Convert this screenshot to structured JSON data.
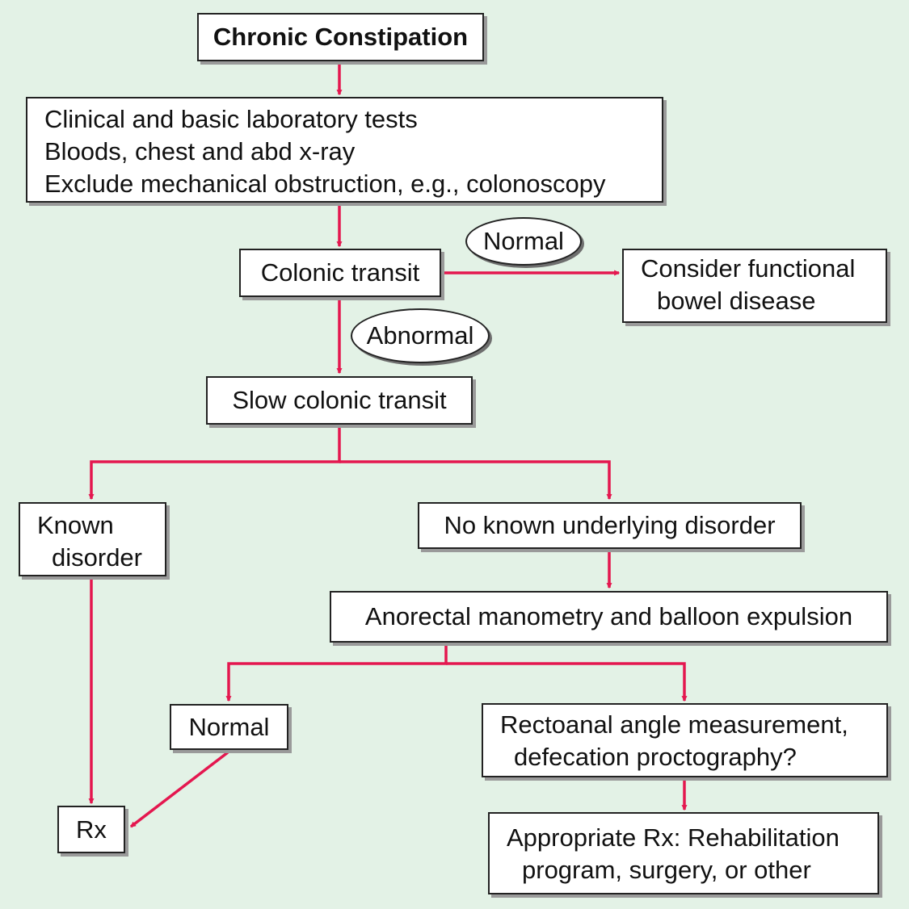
{
  "colors": {
    "background": "#e3f2e6",
    "arrow": "#e4174f",
    "box_border": "#222222",
    "shadow": "#9a9a9a"
  },
  "nodes": {
    "chronic": {
      "text": "Chronic Constipation"
    },
    "clinical": {
      "lines": [
        "Clinical and basic laboratory tests",
        "Bloods, chest and abd x-ray",
        "Exclude mechanical obstruction, e.g., colonoscopy"
      ]
    },
    "colonic_transit": {
      "text": "Colonic transit"
    },
    "functional": {
      "lines": [
        "Consider functional",
        "bowel disease"
      ]
    },
    "slow": {
      "text": "Slow colonic transit"
    },
    "known": {
      "lines": [
        "Known",
        "disorder"
      ]
    },
    "no_known": {
      "text": "No known underlying disorder"
    },
    "anorectal": {
      "text": "Anorectal manometry and balloon expulsion"
    },
    "normal_box": {
      "text": "Normal"
    },
    "rectoanal": {
      "lines": [
        "Rectoanal angle measurement,",
        "defecation proctography?"
      ]
    },
    "rx": {
      "text": "Rx"
    },
    "appropriate": {
      "lines": [
        "Appropriate Rx: Rehabilitation",
        "program, surgery, or other"
      ]
    }
  },
  "labels": {
    "normal": "Normal",
    "abnormal": "Abnormal"
  }
}
